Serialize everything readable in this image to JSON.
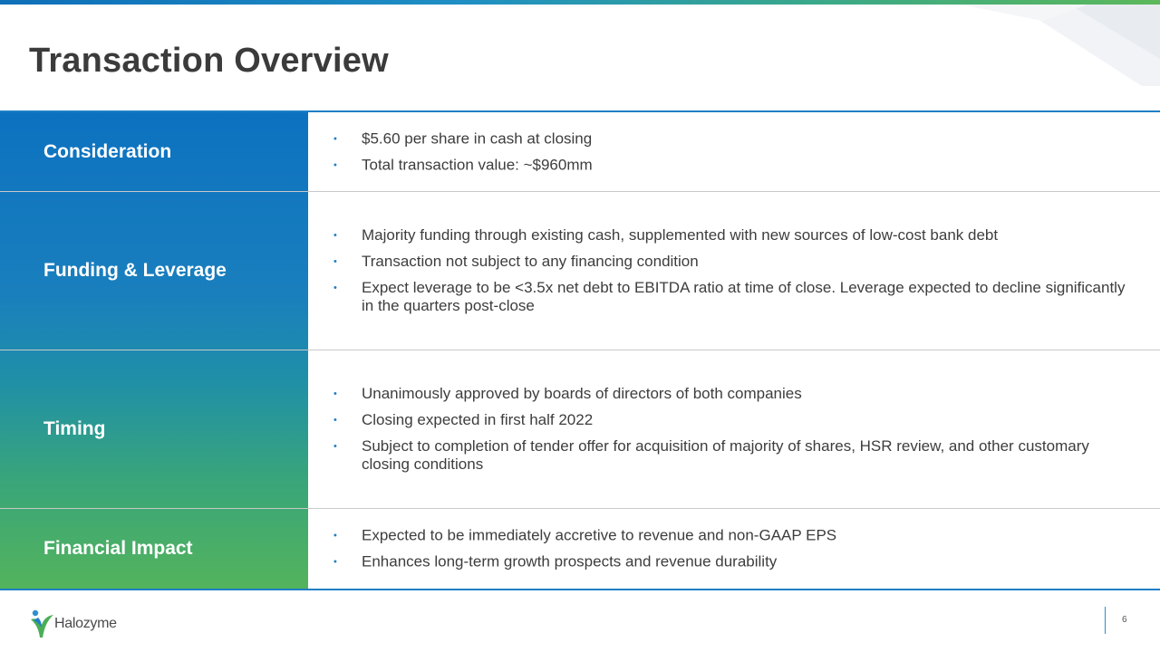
{
  "slide": {
    "title": "Transaction Overview",
    "page_number": "6"
  },
  "rows": [
    {
      "label": "Consideration",
      "bullets": [
        "$5.60 per share in cash at closing",
        "Total transaction value: ~$960mm"
      ]
    },
    {
      "label": "Funding & Leverage",
      "bullets": [
        "Majority funding through existing cash, supplemented with new sources of low-cost bank debt",
        "Transaction not subject to any financing condition",
        "Expect leverage to be <3.5x net debt to EBITDA ratio at time of close. Leverage expected to decline significantly in the quarters post-close"
      ]
    },
    {
      "label": "Timing",
      "bullets": [
        "Unanimously approved by boards of directors of both companies",
        "Closing expected in first half 2022",
        "Subject to completion of tender offer for acquisition of majority of shares, HSR review, and other customary closing conditions"
      ]
    },
    {
      "label": "Financial Impact",
      "bullets": [
        "Expected to be immediately accretive to revenue and non-GAAP EPS",
        "Enhances long-term growth prospects and revenue durability"
      ]
    }
  ],
  "footer": {
    "logo_text": "Halozyme"
  },
  "colors": {
    "accent_blue": "#1f7fc6",
    "brand_green": "#53b35c",
    "title_text": "#3b3b3b",
    "body_text": "#3d3d3d"
  }
}
